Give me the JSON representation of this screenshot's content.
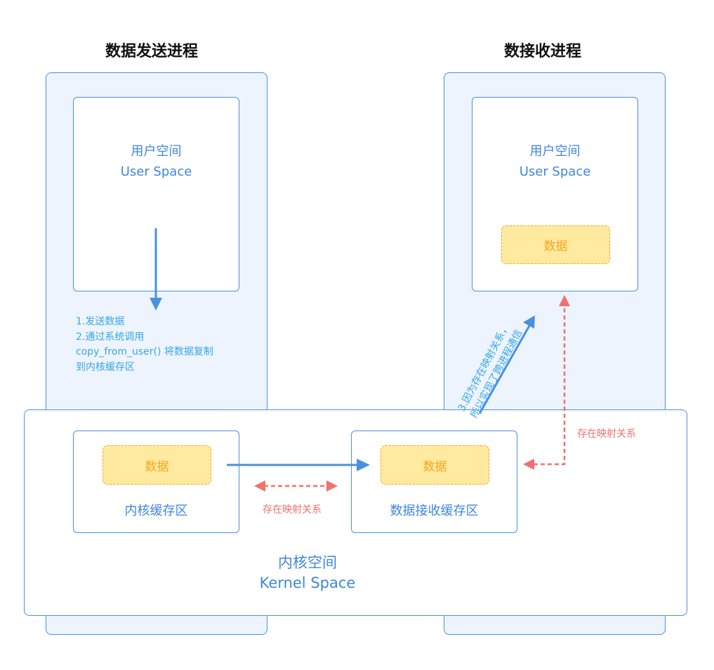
{
  "sender": {
    "title": "数据发送进程",
    "user_space": {
      "cn": "用户空间",
      "en": "User Space"
    },
    "note": [
      "1.发送数据",
      "2.通过系统调用",
      "copy_from_user() 将数据复制",
      "到内核缓存区"
    ]
  },
  "receiver": {
    "title": "数接收进程",
    "user_space": {
      "cn": "用户空间",
      "en": "User Space"
    },
    "data_label": "数据",
    "note": [
      "3.因为存在映射关系，",
      "所以实现了跨进程通信"
    ]
  },
  "kernel": {
    "cn": "内核空间",
    "en": "Kernel Space",
    "kernel_buffer": {
      "data_label": "数据",
      "label": "内核缓存区"
    },
    "receive_buffer": {
      "data_label": "数据",
      "label": "数据接收缓存区"
    },
    "mapping_label_middle": "存在映射关系",
    "mapping_label_right": "存在映射关系"
  },
  "colors": {
    "blue": "#4a90e2",
    "red_dashed": "#f0716f",
    "data_fill": "#ffea9f",
    "data_border": "#f5a623"
  }
}
